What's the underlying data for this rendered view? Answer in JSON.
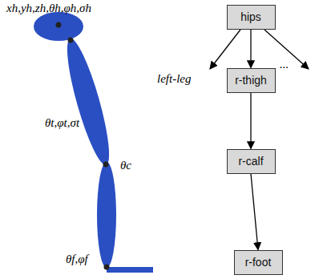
{
  "diagram": {
    "nodes": [
      {
        "text": [
          "hips"
        ]
      },
      {
        "text": [
          "r-thigh"
        ]
      },
      {
        "text": [
          "r-calf"
        ]
      },
      {
        "text": [
          "r-foot"
        ]
      }
    ],
    "edges": [
      {
        "from": 0,
        "to": 1,
        "arrow": "to"
      },
      {
        "from": 1,
        "to": 2,
        "arrow": "to"
      },
      {
        "from": 2,
        "to": 3,
        "arrow": "to"
      }
    ],
    "labels": [
      "xh,yh,zh,θh,φh,σh",
      "θt,φt,σt",
      "θc",
      "θf,φf",
      "left-leg",
      "..."
    ]
  }
}
